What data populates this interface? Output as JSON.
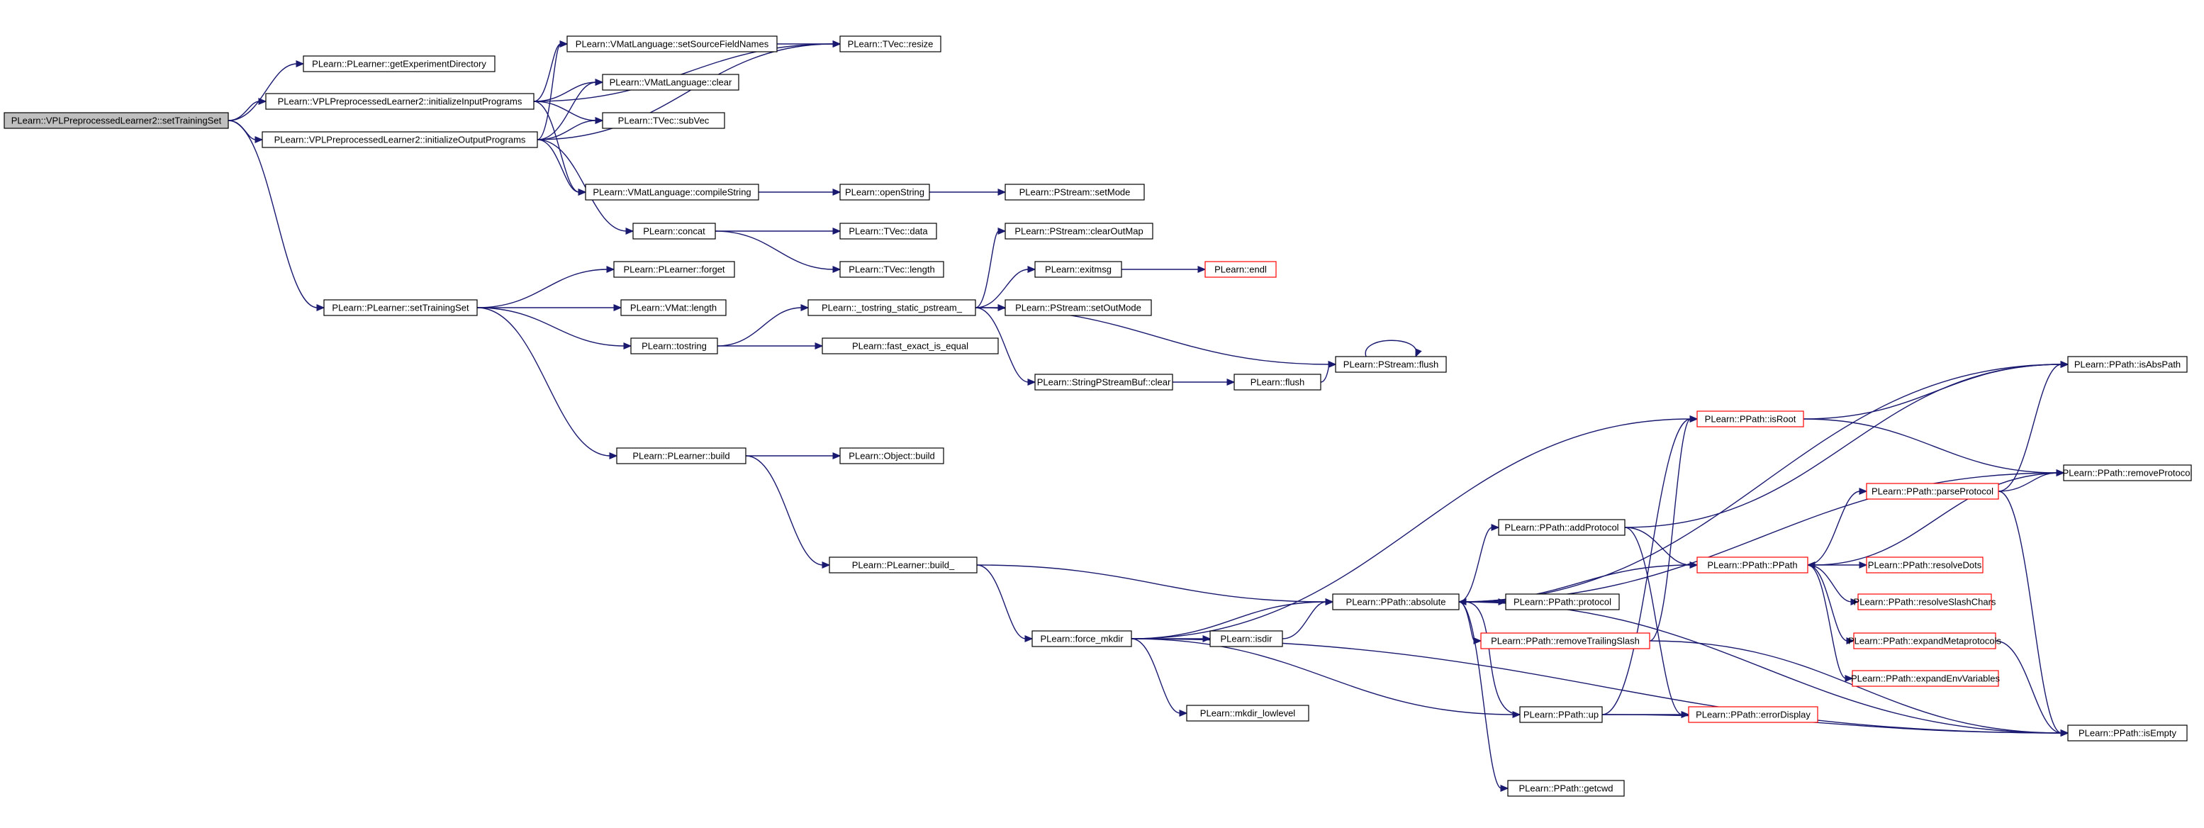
{
  "graph": {
    "edge_color": "#191970",
    "root_fill": "#bfbfbf",
    "truncated_border_color": "#ff0000",
    "nodes": [
      {
        "id": "n0",
        "label": "PLearn::VPLPreprocessedLearner2::setTrainingSet",
        "kind": "root"
      },
      {
        "id": "n1",
        "label": "PLearn::PLearner::getExperimentDirectory"
      },
      {
        "id": "n2",
        "label": "PLearn::VPLPreprocessedLearner2::initializeInputPrograms"
      },
      {
        "id": "n3",
        "label": "PLearn::VPLPreprocessedLearner2::initializeOutputPrograms"
      },
      {
        "id": "n4",
        "label": "PLearn::VMatLanguage::setSourceFieldNames"
      },
      {
        "id": "n5",
        "label": "PLearn::TVec::resize"
      },
      {
        "id": "n6",
        "label": "PLearn::VMatLanguage::clear"
      },
      {
        "id": "n7",
        "label": "PLearn::TVec::subVec"
      },
      {
        "id": "n8",
        "label": "PLearn::VMatLanguage::compileString"
      },
      {
        "id": "n9",
        "label": "PLearn::openString"
      },
      {
        "id": "n10",
        "label": "PLearn::PStream::setMode"
      },
      {
        "id": "n11",
        "label": "PLearn::concat"
      },
      {
        "id": "n12",
        "label": "PLearn::TVec::data"
      },
      {
        "id": "n13",
        "label": "PLearn::TVec::length"
      },
      {
        "id": "n14",
        "label": "PLearn::PStream::clearOutMap"
      },
      {
        "id": "n15",
        "label": "PLearn::exitmsg"
      },
      {
        "id": "n16",
        "label": "PLearn::endl",
        "kind": "truncated"
      },
      {
        "id": "n17",
        "label": "PLearn::PLearner::setTrainingSet"
      },
      {
        "id": "n18",
        "label": "PLearn::PLearner::forget"
      },
      {
        "id": "n19",
        "label": "PLearn::VMat::length"
      },
      {
        "id": "n20",
        "label": "PLearn::tostring"
      },
      {
        "id": "n21",
        "label": "PLearn::_tostring_static_pstream_"
      },
      {
        "id": "n22",
        "label": "PLearn::PStream::setOutMode"
      },
      {
        "id": "n23",
        "label": "PLearn::fast_exact_is_equal"
      },
      {
        "id": "n24",
        "label": "PLearn::StringPStreamBuf::clear"
      },
      {
        "id": "n25",
        "label": "PLearn::flush"
      },
      {
        "id": "n26",
        "label": "PLearn::PStream::flush"
      },
      {
        "id": "n27",
        "label": "PLearn::PLearner::build"
      },
      {
        "id": "n28",
        "label": "PLearn::Object::build"
      },
      {
        "id": "n29",
        "label": "PLearn::PLearner::build_"
      },
      {
        "id": "n30",
        "label": "PLearn::force_mkdir"
      },
      {
        "id": "n31",
        "label": "PLearn::PPath::absolute"
      },
      {
        "id": "n32",
        "label": "PLearn::isdir"
      },
      {
        "id": "n33",
        "label": "PLearn::mkdir_lowlevel"
      },
      {
        "id": "n34",
        "label": "PLearn::PPath::addProtocol"
      },
      {
        "id": "n35",
        "label": "PLearn::PPath::protocol"
      },
      {
        "id": "n36",
        "label": "PLearn::PPath::removeTrailingSlash",
        "kind": "truncated"
      },
      {
        "id": "n37",
        "label": "PLearn::PPath::up"
      },
      {
        "id": "n38",
        "label": "PLearn::PPath::getcwd"
      },
      {
        "id": "n39",
        "label": "PLearn::PPath::isRoot",
        "kind": "truncated"
      },
      {
        "id": "n40",
        "label": "PLearn::PPath::PPath",
        "kind": "truncated"
      },
      {
        "id": "n41",
        "label": "PLearn::PPath::errorDisplay",
        "kind": "truncated"
      },
      {
        "id": "n42",
        "label": "PLearn::PPath::parseProtocol",
        "kind": "truncated"
      },
      {
        "id": "n43",
        "label": "PLearn::PPath::resolveDots",
        "kind": "truncated"
      },
      {
        "id": "n44",
        "label": "PLearn::PPath::resolveSlashChars",
        "kind": "truncated"
      },
      {
        "id": "n45",
        "label": "PLearn::PPath::expandMetaprotocols",
        "kind": "truncated"
      },
      {
        "id": "n46",
        "label": "PLearn::PPath::expandEnvVariables",
        "kind": "truncated"
      },
      {
        "id": "n47",
        "label": "PLearn::PPath::isAbsPath"
      },
      {
        "id": "n48",
        "label": "PLearn::PPath::removeProtocol"
      },
      {
        "id": "n49",
        "label": "PLearn::PPath::isEmpty"
      }
    ],
    "edges": [
      [
        "n0",
        "n1"
      ],
      [
        "n0",
        "n2"
      ],
      [
        "n0",
        "n3"
      ],
      [
        "n0",
        "n17"
      ],
      [
        "n2",
        "n4"
      ],
      [
        "n2",
        "n5"
      ],
      [
        "n2",
        "n6"
      ],
      [
        "n2",
        "n7"
      ],
      [
        "n2",
        "n8"
      ],
      [
        "n3",
        "n4"
      ],
      [
        "n3",
        "n6"
      ],
      [
        "n3",
        "n7"
      ],
      [
        "n3",
        "n5"
      ],
      [
        "n3",
        "n8"
      ],
      [
        "n3",
        "n11"
      ],
      [
        "n4",
        "n5"
      ],
      [
        "n8",
        "n9"
      ],
      [
        "n9",
        "n10"
      ],
      [
        "n11",
        "n12"
      ],
      [
        "n11",
        "n13"
      ],
      [
        "n17",
        "n18"
      ],
      [
        "n17",
        "n19"
      ],
      [
        "n17",
        "n20"
      ],
      [
        "n17",
        "n27"
      ],
      [
        "n20",
        "n21"
      ],
      [
        "n20",
        "n23"
      ],
      [
        "n21",
        "n14"
      ],
      [
        "n21",
        "n15"
      ],
      [
        "n21",
        "n22"
      ],
      [
        "n21",
        "n24"
      ],
      [
        "n21",
        "n26"
      ],
      [
        "n15",
        "n16"
      ],
      [
        "n24",
        "n25"
      ],
      [
        "n25",
        "n26"
      ],
      [
        "n26",
        "n26"
      ],
      [
        "n27",
        "n28"
      ],
      [
        "n27",
        "n29"
      ],
      [
        "n29",
        "n31"
      ],
      [
        "n29",
        "n30"
      ],
      [
        "n30",
        "n31"
      ],
      [
        "n30",
        "n32"
      ],
      [
        "n30",
        "n33"
      ],
      [
        "n30",
        "n37"
      ],
      [
        "n30",
        "n39"
      ],
      [
        "n30",
        "n49"
      ],
      [
        "n32",
        "n31"
      ],
      [
        "n31",
        "n34"
      ],
      [
        "n31",
        "n35"
      ],
      [
        "n31",
        "n36"
      ],
      [
        "n31",
        "n38"
      ],
      [
        "n31",
        "n40"
      ],
      [
        "n31",
        "n47"
      ],
      [
        "n31",
        "n48"
      ],
      [
        "n31",
        "n49"
      ],
      [
        "n34",
        "n40"
      ],
      [
        "n34",
        "n41"
      ],
      [
        "n34",
        "n47"
      ],
      [
        "n36",
        "n39"
      ],
      [
        "n36",
        "n49"
      ],
      [
        "n37",
        "n31"
      ],
      [
        "n37",
        "n39"
      ],
      [
        "n37",
        "n41"
      ],
      [
        "n37",
        "n49"
      ],
      [
        "n39",
        "n47"
      ],
      [
        "n39",
        "n48"
      ],
      [
        "n40",
        "n42"
      ],
      [
        "n40",
        "n43"
      ],
      [
        "n40",
        "n44"
      ],
      [
        "n40",
        "n45"
      ],
      [
        "n40",
        "n46"
      ],
      [
        "n42",
        "n47"
      ],
      [
        "n42",
        "n48"
      ],
      [
        "n42",
        "n49"
      ],
      [
        "n45",
        "n49"
      ],
      [
        "n48",
        "n40"
      ]
    ]
  }
}
